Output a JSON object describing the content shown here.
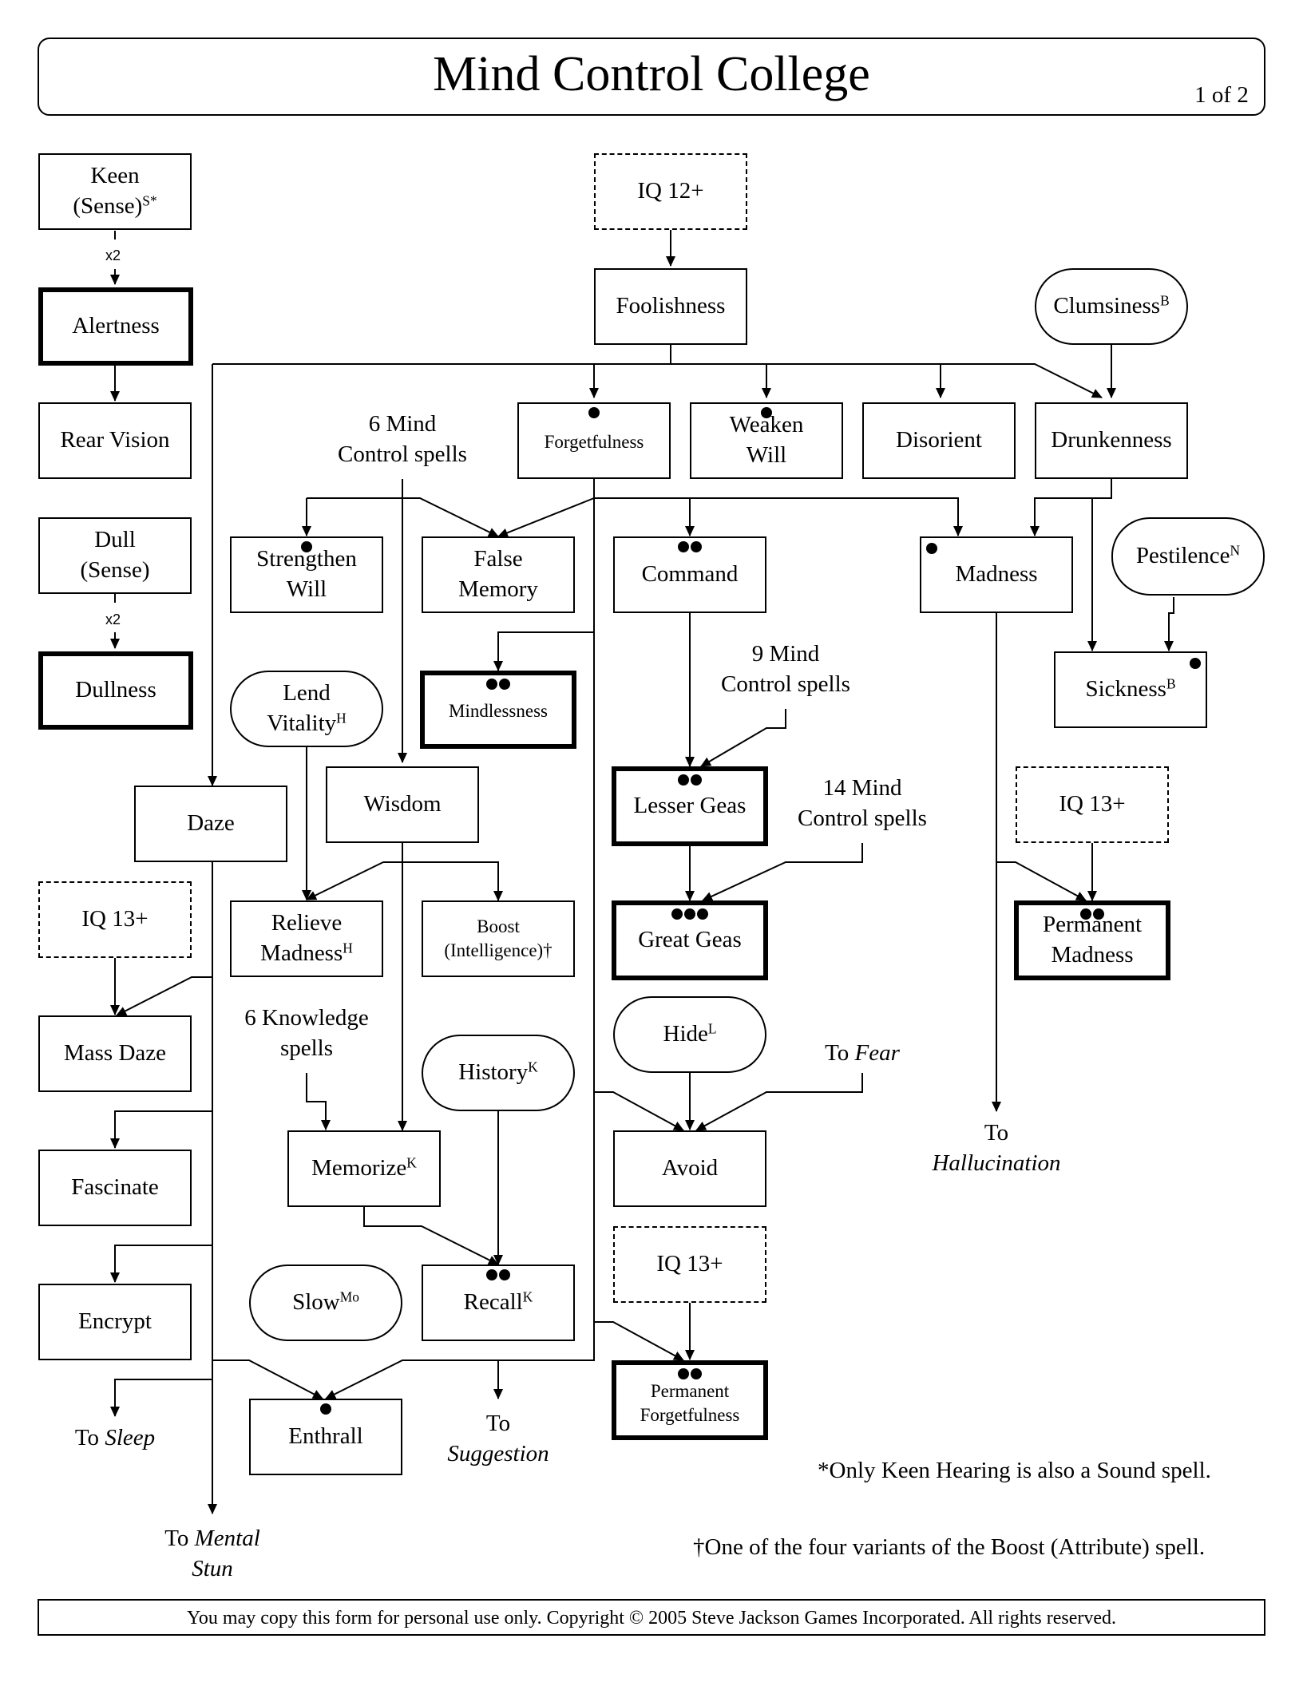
{
  "header": {
    "title": "Mind Control College",
    "page": "1 of 2"
  },
  "spells": {
    "keen_sense": {
      "name": "Keen",
      "name2": "(Sense)",
      "sup": "S*"
    },
    "alertness": {
      "name": "Alertness"
    },
    "rear_vision": {
      "name": "Rear Vision"
    },
    "dull_sense": {
      "name": "Dull",
      "name2": "(Sense)"
    },
    "dullness": {
      "name": "Dullness"
    },
    "foolishness": {
      "name": "Foolishness"
    },
    "clumsiness": {
      "name": "Clumsiness",
      "sup": "B"
    },
    "forgetfulness": {
      "name": "Forgetfulness"
    },
    "weaken_will": {
      "name": "Weaken",
      "name2": "Will"
    },
    "disorient": {
      "name": "Disorient"
    },
    "drunkenness": {
      "name": "Drunkenness"
    },
    "strengthen_will": {
      "name": "Strengthen",
      "name2": "Will"
    },
    "false_memory": {
      "name": "False",
      "name2": "Memory"
    },
    "command": {
      "name": "Command"
    },
    "madness": {
      "name": "Madness"
    },
    "pestilence": {
      "name": "Pestilence",
      "sup": "N"
    },
    "sickness": {
      "name": "Sickness",
      "sup": "B"
    },
    "mindlessness": {
      "name": "Mindlessness"
    },
    "lend_vitality": {
      "name": "Lend",
      "name2": "Vitality",
      "sup": "H"
    },
    "wisdom": {
      "name": "Wisdom"
    },
    "daze": {
      "name": "Daze"
    },
    "lesser_geas": {
      "name": "Lesser Geas"
    },
    "great_geas": {
      "name": "Great Geas"
    },
    "relieve_madness": {
      "name": "Relieve",
      "name2": "Madness",
      "sup": "H"
    },
    "boost_intelligence": {
      "name": "Boost",
      "name2": "(Intelligence)†"
    },
    "permanent_madness": {
      "name": "Permanent",
      "name2": "Madness"
    },
    "mass_daze": {
      "name": "Mass Daze"
    },
    "hide": {
      "name": "Hide",
      "sup": "L"
    },
    "history": {
      "name": "History",
      "sup": "K"
    },
    "fascinate": {
      "name": "Fascinate"
    },
    "memorize": {
      "name": "Memorize",
      "sup": "K"
    },
    "avoid": {
      "name": "Avoid"
    },
    "encrypt": {
      "name": "Encrypt"
    },
    "slow": {
      "name": "Slow",
      "sup": "Mo"
    },
    "recall": {
      "name": "Recall",
      "sup": "K"
    },
    "permanent_forgetfulness": {
      "name": "Permanent",
      "name2": "Forgetfulness"
    },
    "enthrall": {
      "name": "Enthrall"
    }
  },
  "prereqs": {
    "iq12": "IQ 12+",
    "iq13": "IQ 13+"
  },
  "labels": {
    "x2": "x2",
    "six_mind_1": "6 Mind",
    "six_mind_2": "Control spells",
    "nine_mind_1": "9 Mind",
    "nine_mind_2": "Control spells",
    "fourteen_mind_1": "14 Mind",
    "fourteen_mind_2": "Control spells",
    "six_knowledge_1": "6 Knowledge",
    "six_knowledge_2": "spells",
    "to": "To",
    "fear": "Fear",
    "hallucination": "Hallucination",
    "sleep": "Sleep",
    "suggestion": "Suggestion",
    "mental": "Mental",
    "stun": "Stun"
  },
  "notes": {
    "keen": "*Only Keen Hearing is also a Sound spell.",
    "boost": "†One of the four variants of the Boost (Attribute) spell."
  },
  "footer": {
    "copyright": "You may copy this form for personal use only. Copyright © 2005 Steve Jackson Games Incorporated. All rights reserved."
  }
}
